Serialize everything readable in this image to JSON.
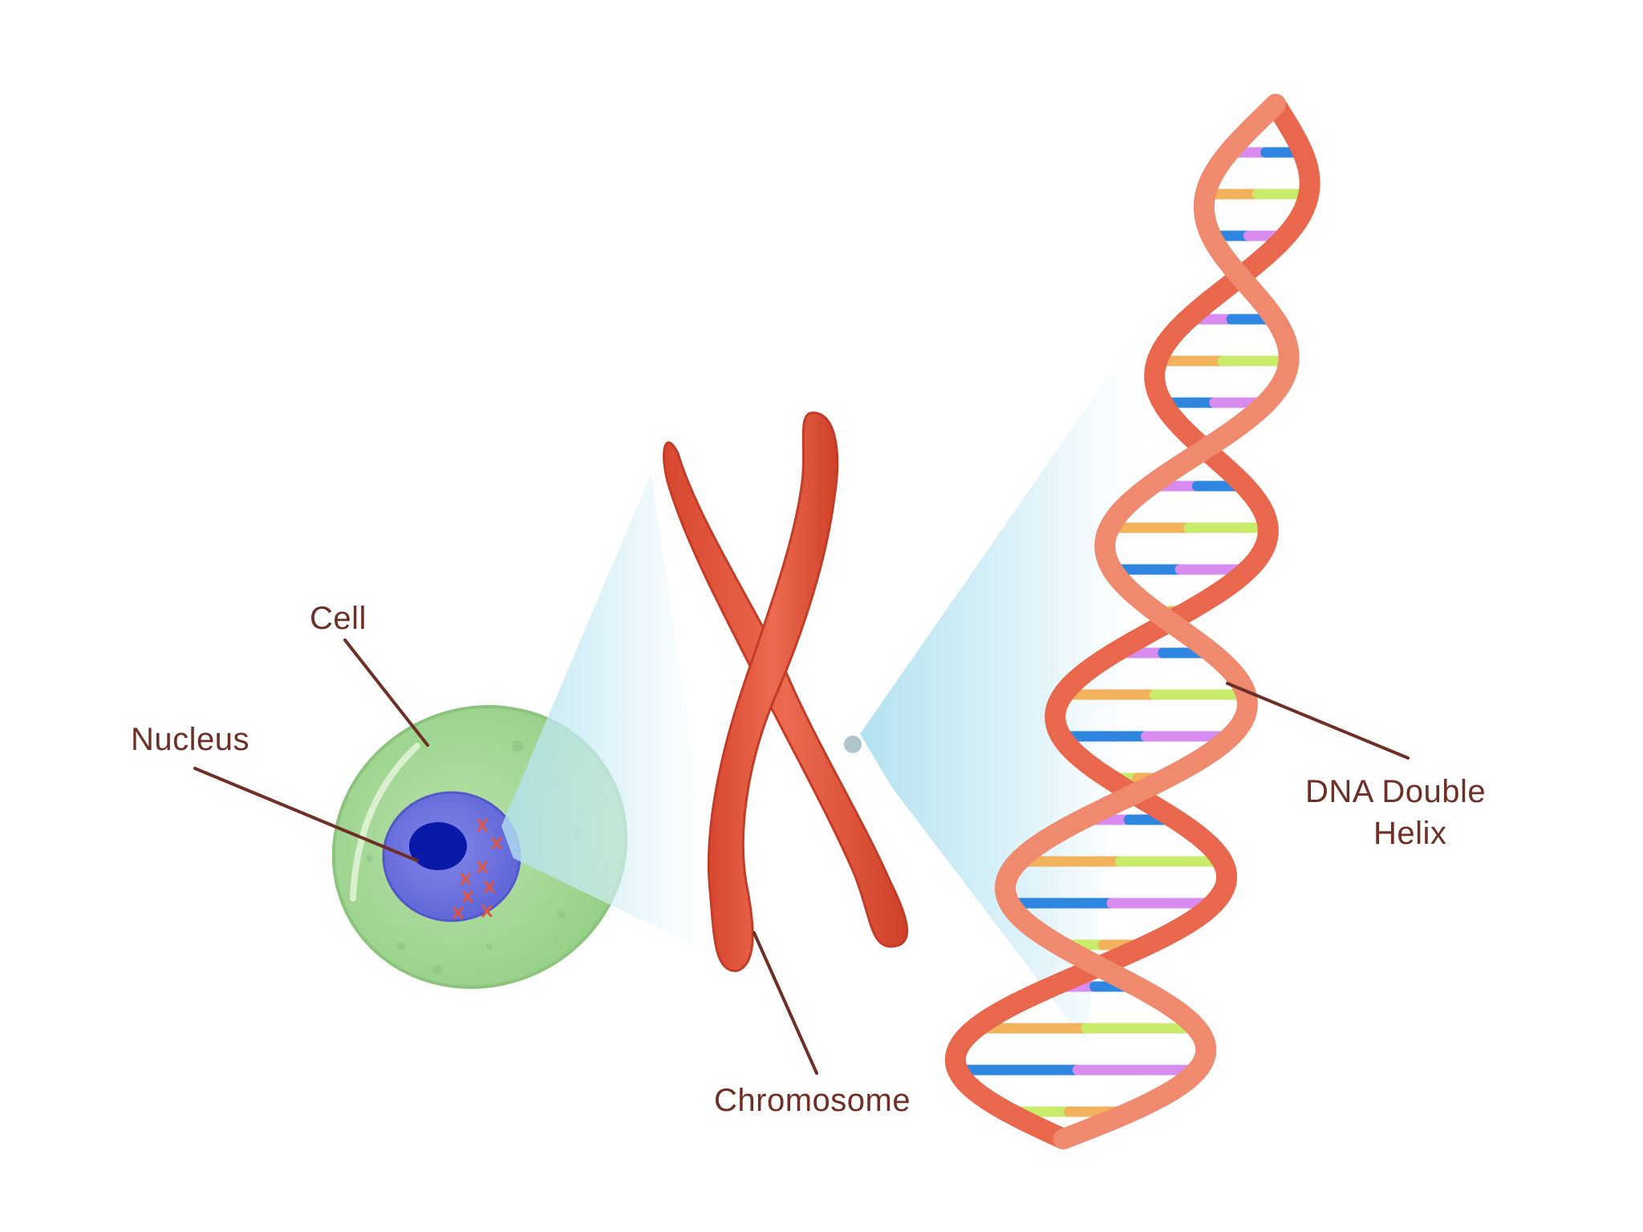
{
  "labels": {
    "cell": "Cell",
    "nucleus": "Nucleus",
    "chromosome": "Chromosome",
    "dna_line1": "DNA Double",
    "dna_line2": "Helix"
  },
  "colors": {
    "label_text": "#6e2f26",
    "cell_body": "#a8d89a",
    "nucleus": "#7a7fe0",
    "nucleolus": "#0a1aa8",
    "chromosome": "#e0553f",
    "dna_backbone": "#e8674d",
    "zoom_beam": "#bfe6f2",
    "base_colors": [
      "#d98cf0",
      "#f2b25c",
      "#2f86e0",
      "#c8ec6a"
    ]
  }
}
